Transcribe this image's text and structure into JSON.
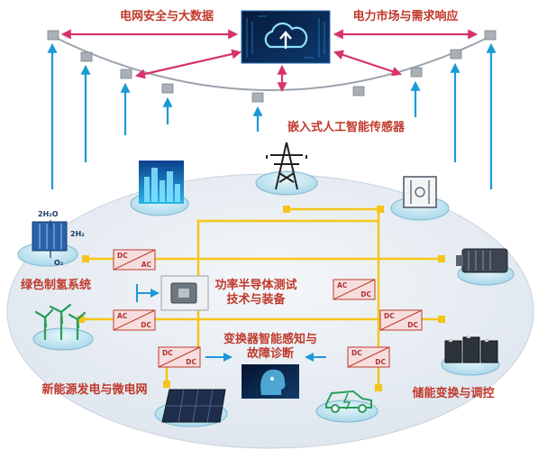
{
  "labels": {
    "grid_security_big_data": "电网安全与大数据",
    "power_market_demand_response": "电力市场与需求响应",
    "embedded_ai_sensor": "嵌入式人工智能传感器",
    "green_hydrogen": "绿色制氢系统",
    "power_semiconductor_testing_line1": "功率半导体测试",
    "power_semiconductor_testing_line2": "技术与装备",
    "converter_diagnosis_line1": "变换器智能感知与",
    "converter_diagnosis_line2": "故障诊断",
    "renewable_microgrid": "新能源发电与微电网",
    "energy_storage_control": "储能变换与调控"
  },
  "converters": [
    {
      "top": "DC",
      "bottom": "AC"
    },
    {
      "top": "AC",
      "bottom": "DC"
    },
    {
      "top": "AC",
      "bottom": "DC"
    },
    {
      "top": "DC",
      "bottom": "DC"
    },
    {
      "top": "DC",
      "bottom": "DC"
    },
    {
      "top": "DC",
      "bottom": "DC"
    }
  ],
  "chemistry": {
    "water": "2H₂O",
    "hydrogen": "2H₂",
    "oxygen": "O₂"
  },
  "colors": {
    "up_arrow": "#1a9ad6",
    "data_arrow": "#d6336c",
    "bus_line": "#f5c518",
    "label_red": "#c0392b",
    "platform": "#e6eef5"
  },
  "icons": [
    "cloud-upload-icon",
    "smart-city-icon",
    "transmission-tower-icon",
    "transformer-icon",
    "electrolyzer-icon",
    "power-module-icon",
    "motor-icon",
    "wind-turbine-icon",
    "battery-storage-icon",
    "ai-head-icon",
    "solar-panel-icon",
    "ev-charging-icon"
  ]
}
